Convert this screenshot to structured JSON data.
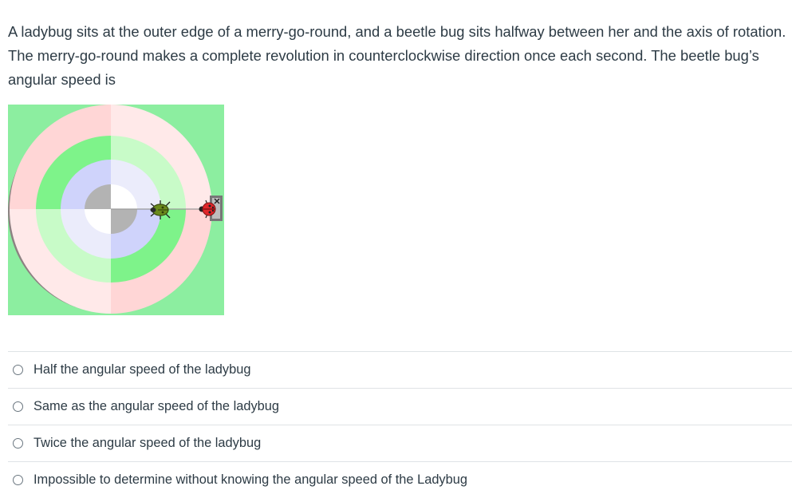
{
  "question": {
    "text": "A ladybug sits at the outer edge of a merry-go-round, and a beetle bug sits halfway between her and the axis of rotation. The merry-go-round makes a complete revolution in counterclockwise direction once each second. The beetle bug’s angular speed is"
  },
  "figure": {
    "colors": {
      "background": "#8ceea0",
      "outer_ring_a": "#ffd6d6",
      "outer_ring_b": "#ffe9e9",
      "middle_ring_a": "#7ef38a",
      "middle_ring_b": "#c8fbc8",
      "inner_ring_a": "#cfd3fb",
      "inner_ring_b": "#ebecfb",
      "center_a": "#b3b3b3",
      "center_b": "#ffffff",
      "rim_shadow": "#8c8282"
    },
    "icons": [
      "ladybug-icon",
      "beetle-icon"
    ]
  },
  "answers": [
    {
      "label": "Half the angular speed of the ladybug"
    },
    {
      "label": "Same as the angular speed of the ladybug"
    },
    {
      "label": "Twice the angular speed of the ladybug"
    },
    {
      "label": "Impossible to determine without knowing the angular speed of the Ladybug"
    }
  ]
}
